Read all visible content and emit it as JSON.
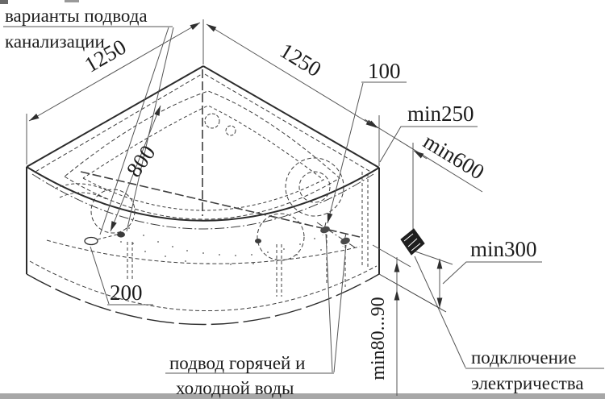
{
  "diagram": {
    "type": "corner-bathtub-installation-drawing",
    "background": "#ffffff",
    "line_color": "#2b2b2b",
    "dim_color": "#555555",
    "labels": {
      "sewer_options_line1": "варианты подвода",
      "sewer_options_line2": "канализации",
      "width_left": "1250",
      "width_right": "1250",
      "drain_offset": "800",
      "gap_100": "100",
      "min_250": "min250",
      "min_600": "min600",
      "min_300": "min300",
      "dim_200": "200",
      "water_supply_line1": "подвод горячей и",
      "water_supply_line2": "холодной воды",
      "floor_gap": "min80...90",
      "electrical_line1": "подключение",
      "electrical_line2": "электричества"
    }
  }
}
